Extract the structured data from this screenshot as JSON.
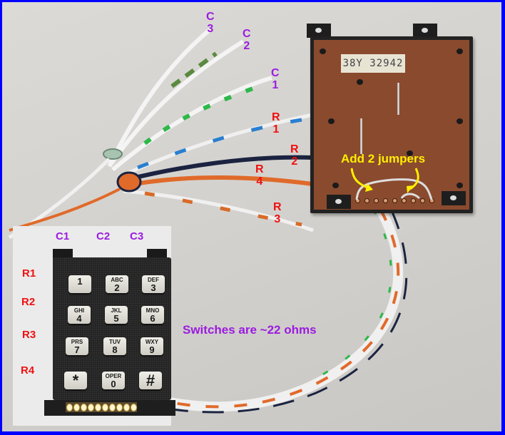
{
  "figure": {
    "border_color": "#0000ff",
    "background_color": "#d6d4d0"
  },
  "wire_labels": {
    "columns": [
      {
        "id": "C3",
        "letter": "C",
        "number": "3",
        "color": "#9b1be0"
      },
      {
        "id": "C2",
        "letter": "C",
        "number": "2",
        "color": "#9b1be0"
      },
      {
        "id": "C1",
        "letter": "C",
        "number": "1",
        "color": "#9b1be0"
      }
    ],
    "rows": [
      {
        "id": "R1",
        "letter": "R",
        "number": "1",
        "color": "#ee1111"
      },
      {
        "id": "R2",
        "letter": "R",
        "number": "2",
        "color": "#ee1111"
      },
      {
        "id": "R4",
        "letter": "R",
        "number": "4",
        "color": "#ee1111"
      },
      {
        "id": "R3",
        "letter": "R",
        "number": "3",
        "color": "#ee1111"
      }
    ]
  },
  "pcb": {
    "part_number": "38Y 32942",
    "annotation": "Add 2 jumpers",
    "annotation_color": "#ffee00"
  },
  "keypad_inset": {
    "column_labels": [
      "C1",
      "C2",
      "C3"
    ],
    "row_labels": [
      "R1",
      "R2",
      "R3",
      "R4"
    ],
    "keys": [
      {
        "letters": "",
        "digit": "1"
      },
      {
        "letters": "ABC",
        "digit": "2"
      },
      {
        "letters": "DEF",
        "digit": "3"
      },
      {
        "letters": "GHI",
        "digit": "4"
      },
      {
        "letters": "JKL",
        "digit": "5"
      },
      {
        "letters": "MNO",
        "digit": "6"
      },
      {
        "letters": "PRS",
        "digit": "7"
      },
      {
        "letters": "TUV",
        "digit": "8"
      },
      {
        "letters": "WXY",
        "digit": "9"
      },
      {
        "letters": "",
        "digit": "*"
      },
      {
        "letters": "OPER",
        "digit": "0"
      },
      {
        "letters": "",
        "digit": "#"
      }
    ],
    "connector_pins": 10
  },
  "note": {
    "text": "Switches are ~22 ohms",
    "color": "#9b1be0"
  }
}
